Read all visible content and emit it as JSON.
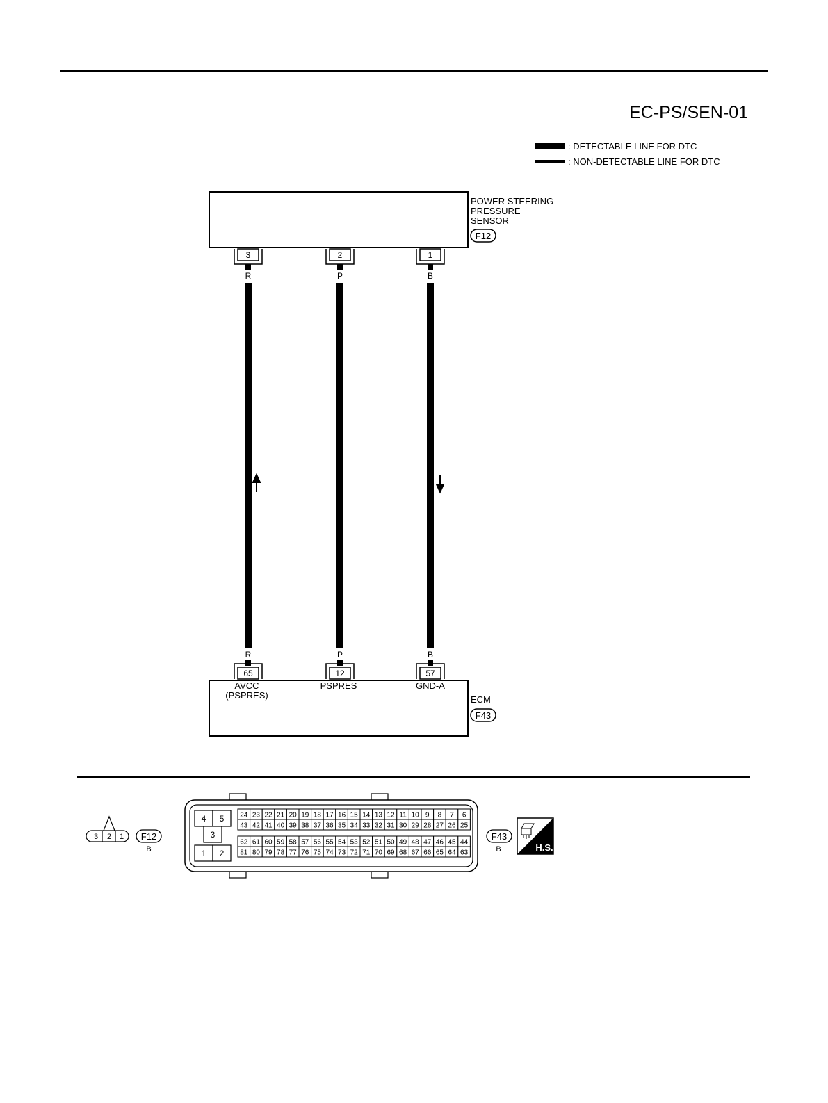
{
  "header": {
    "diagram_code": "EC-PS/SEN-01"
  },
  "legend": {
    "detectable": ": DETECTABLE LINE FOR DTC",
    "non_detectable": ": NON-DETECTABLE LINE FOR DTC"
  },
  "sensor": {
    "name_line1": "POWER STEERING",
    "name_line2": "PRESSURE",
    "name_line3": "SENSOR",
    "connector": "F12"
  },
  "ecm": {
    "name": "ECM",
    "connector": "F43"
  },
  "wires": [
    {
      "sensor_pin": "3",
      "ecm_pin": "65",
      "color": "R",
      "ecm_label": "AVCC",
      "ecm_label2": "(PSPRES)"
    },
    {
      "sensor_pin": "2",
      "ecm_pin": "12",
      "color": "P",
      "ecm_label": "PSPRES",
      "ecm_label2": ""
    },
    {
      "sensor_pin": "1",
      "ecm_pin": "57",
      "color": "B",
      "ecm_label": "GND-A",
      "ecm_label2": ""
    }
  ],
  "connector_views": {
    "f12": {
      "id": "F12",
      "color": "B",
      "pins": [
        "3",
        "2",
        "1"
      ]
    },
    "f43": {
      "id": "F43",
      "color": "B",
      "left_block": {
        "top": [
          "4",
          "5"
        ],
        "middle": "3",
        "bottom": [
          "1",
          "2"
        ]
      },
      "rows": [
        [
          "24",
          "23",
          "22",
          "21",
          "20",
          "19",
          "18",
          "17",
          "16",
          "15",
          "14",
          "13",
          "12",
          "11",
          "10",
          "9",
          "8",
          "7",
          "6"
        ],
        [
          "43",
          "42",
          "41",
          "40",
          "39",
          "38",
          "37",
          "36",
          "35",
          "34",
          "33",
          "32",
          "31",
          "30",
          "29",
          "28",
          "27",
          "26",
          "25"
        ],
        [
          "62",
          "61",
          "60",
          "59",
          "58",
          "57",
          "56",
          "55",
          "54",
          "53",
          "52",
          "51",
          "50",
          "49",
          "48",
          "47",
          "46",
          "45",
          "44"
        ],
        [
          "81",
          "80",
          "79",
          "78",
          "77",
          "76",
          "75",
          "74",
          "73",
          "72",
          "71",
          "70",
          "69",
          "68",
          "67",
          "66",
          "65",
          "64",
          "63"
        ]
      ]
    },
    "hs_badge": "H.S."
  }
}
